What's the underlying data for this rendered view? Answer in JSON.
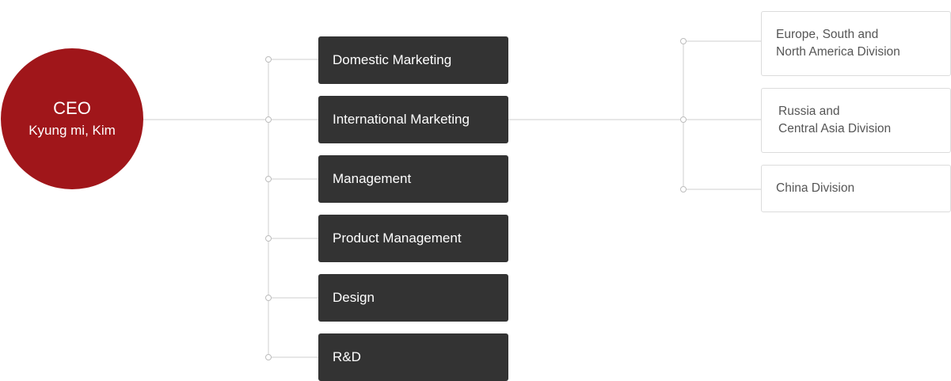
{
  "colors": {
    "ceo": "#a0161a",
    "department": "#333333",
    "line": "#cfcfcf"
  },
  "ceo": {
    "title": "CEO",
    "name": "Kyung mi, Kim"
  },
  "departments": [
    {
      "label": "Domestic Marketing"
    },
    {
      "label": "International Marketing"
    },
    {
      "label": "Management"
    },
    {
      "label": "Product Management"
    },
    {
      "label": "Design"
    },
    {
      "label": "R&D"
    }
  ],
  "divisions": [
    {
      "line1": "Europe, South and",
      "line2": "North America Division"
    },
    {
      "line1": "Russia and",
      "line2": "Central Asia Division"
    },
    {
      "line1": "China Division",
      "line2": ""
    }
  ]
}
